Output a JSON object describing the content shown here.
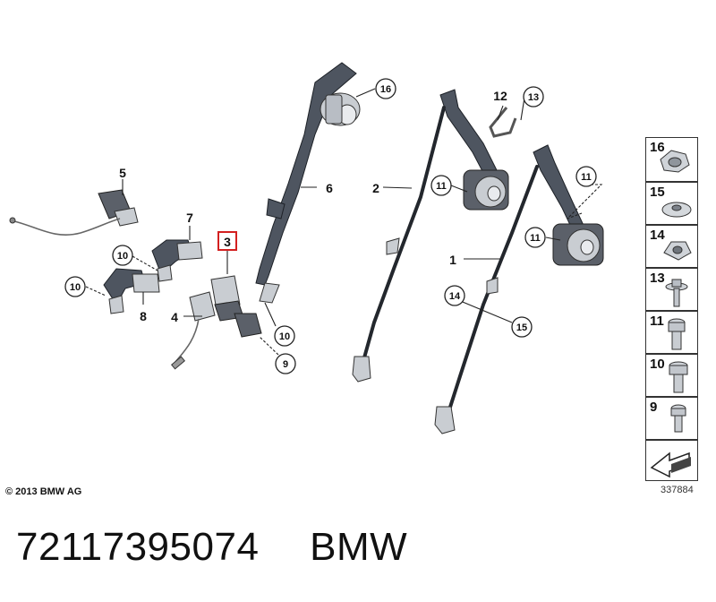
{
  "callouts": {
    "c16": "16",
    "c13": "13",
    "c11a": "11",
    "c11b": "11",
    "c11c": "11",
    "c10a": "10",
    "c10b": "10",
    "c10c": "10",
    "c9": "9",
    "c14": "14",
    "c15": "15"
  },
  "labels": {
    "l1": "1",
    "l2": "2",
    "l3": "3",
    "l4": "4",
    "l5": "5",
    "l6": "6",
    "l7": "7",
    "l8": "8",
    "l12": "12"
  },
  "legend": {
    "items": [
      {
        "num": "16",
        "icon": "hex-flange-nut-icon"
      },
      {
        "num": "15",
        "icon": "washer-icon"
      },
      {
        "num": "14",
        "icon": "clip-nut-icon"
      },
      {
        "num": "13",
        "icon": "torx-bolt-with-washer-icon"
      },
      {
        "num": "11",
        "icon": "torx-bolt-icon"
      },
      {
        "num": "10",
        "icon": "hex-bolt-icon"
      },
      {
        "num": "9",
        "icon": "short-torx-bolt-icon"
      }
    ]
  },
  "copyright": "© 2013 BMW AG",
  "reference": "337884",
  "part_number": "72117395074",
  "brand": "BMW",
  "colors": {
    "highlight": "#d32020",
    "belt": "#4e5560",
    "metal": "#c9cdd2"
  }
}
